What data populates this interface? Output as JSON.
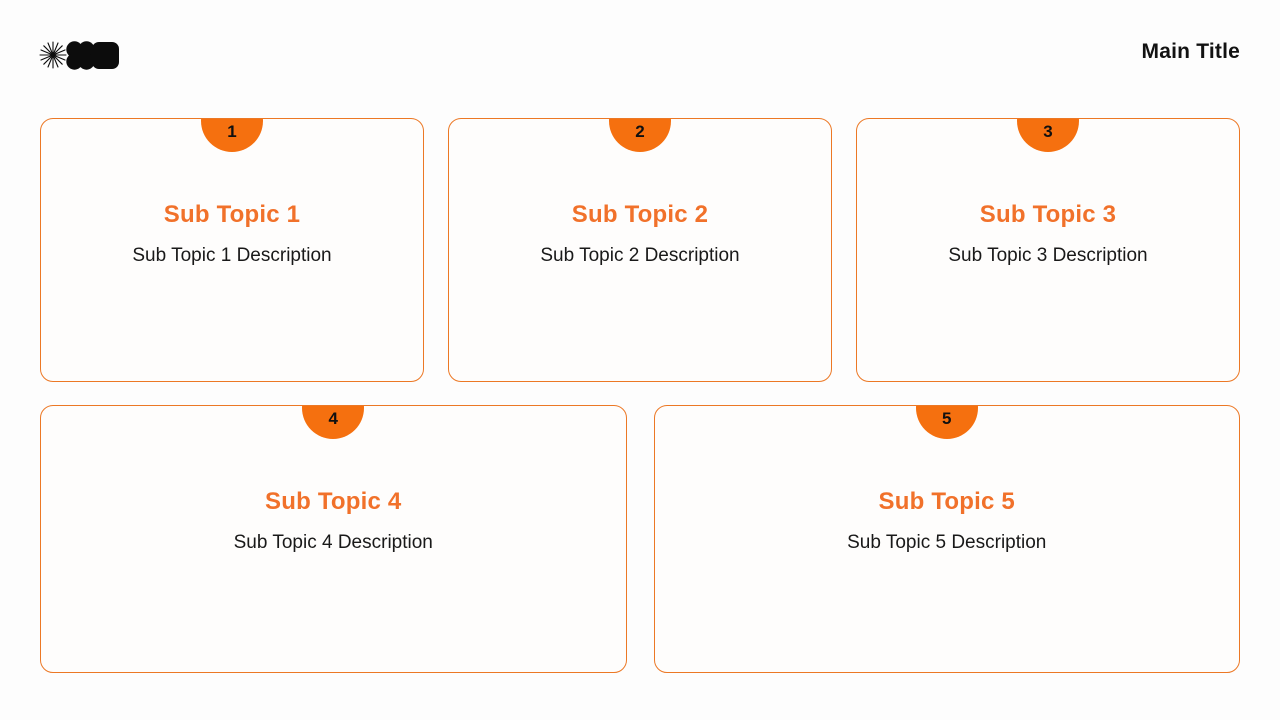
{
  "slide": {
    "page_background": "#fdfdfd",
    "card_background": "#fefdfc"
  },
  "colors": {
    "accent_orange": "#f5700f",
    "card_border_orange": "#ec7825",
    "heading_orange": "#f1712a",
    "text_black": "#191919",
    "logo_black": "#0c0c0c"
  },
  "header": {
    "title": "Main Title",
    "logo_icons": [
      "starburst-icon",
      "quad-circle-icon",
      "rounded-square-icon"
    ]
  },
  "cards": [
    {
      "number": "1",
      "title": "Sub Topic 1",
      "description": "Sub Topic 1 Description"
    },
    {
      "number": "2",
      "title": "Sub Topic 2",
      "description": "Sub Topic 2 Description"
    },
    {
      "number": "3",
      "title": "Sub Topic 3",
      "description": "Sub Topic 3 Description"
    },
    {
      "number": "4",
      "title": "Sub Topic 4",
      "description": "Sub Topic 4 Description"
    },
    {
      "number": "5",
      "title": "Sub Topic 5",
      "description": "Sub Topic 5 Description"
    }
  ]
}
